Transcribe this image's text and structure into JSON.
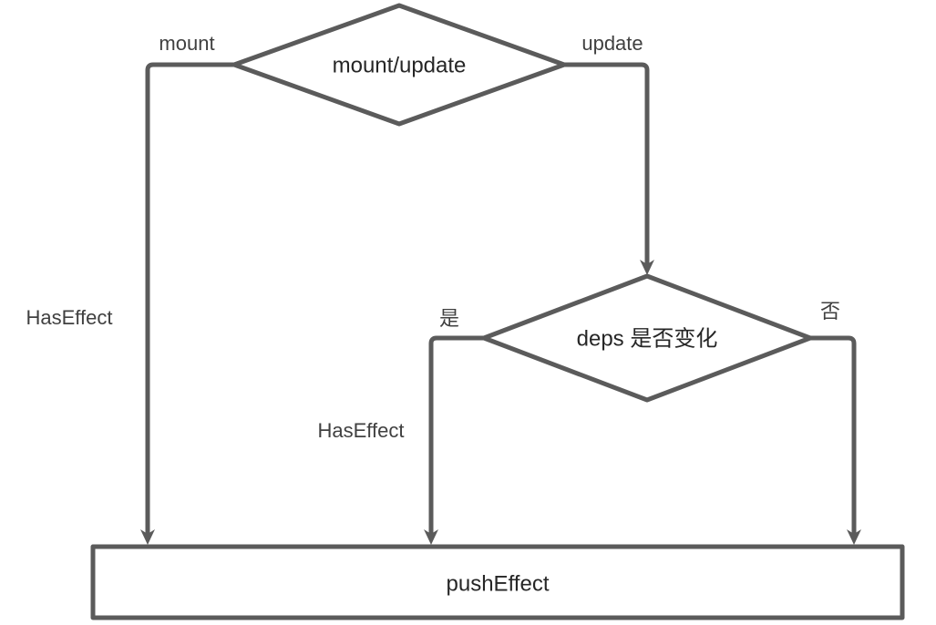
{
  "diagram": {
    "type": "flowchart",
    "colors": {
      "background": "#ffffff",
      "stroke": "#5b5b5b",
      "node_fill": "#ffffff",
      "node_text": "#262626",
      "edge_label_text": "#404040"
    },
    "nodes": [
      {
        "id": "mount-update",
        "type": "decision",
        "label": "mount/update"
      },
      {
        "id": "deps-change",
        "type": "decision",
        "label": "deps 是否变化"
      },
      {
        "id": "push-effect",
        "type": "process",
        "label": "pushEffect"
      }
    ],
    "edges": [
      {
        "from": "mount-update",
        "to": "push-effect",
        "label": "mount",
        "sublabel": "HasEffect"
      },
      {
        "from": "mount-update",
        "to": "deps-change",
        "label": "update",
        "sublabel": ""
      },
      {
        "from": "deps-change",
        "to": "push-effect",
        "label": "是",
        "sublabel": "HasEffect"
      },
      {
        "from": "deps-change",
        "to": "push-effect",
        "label": "否",
        "sublabel": ""
      }
    ]
  }
}
